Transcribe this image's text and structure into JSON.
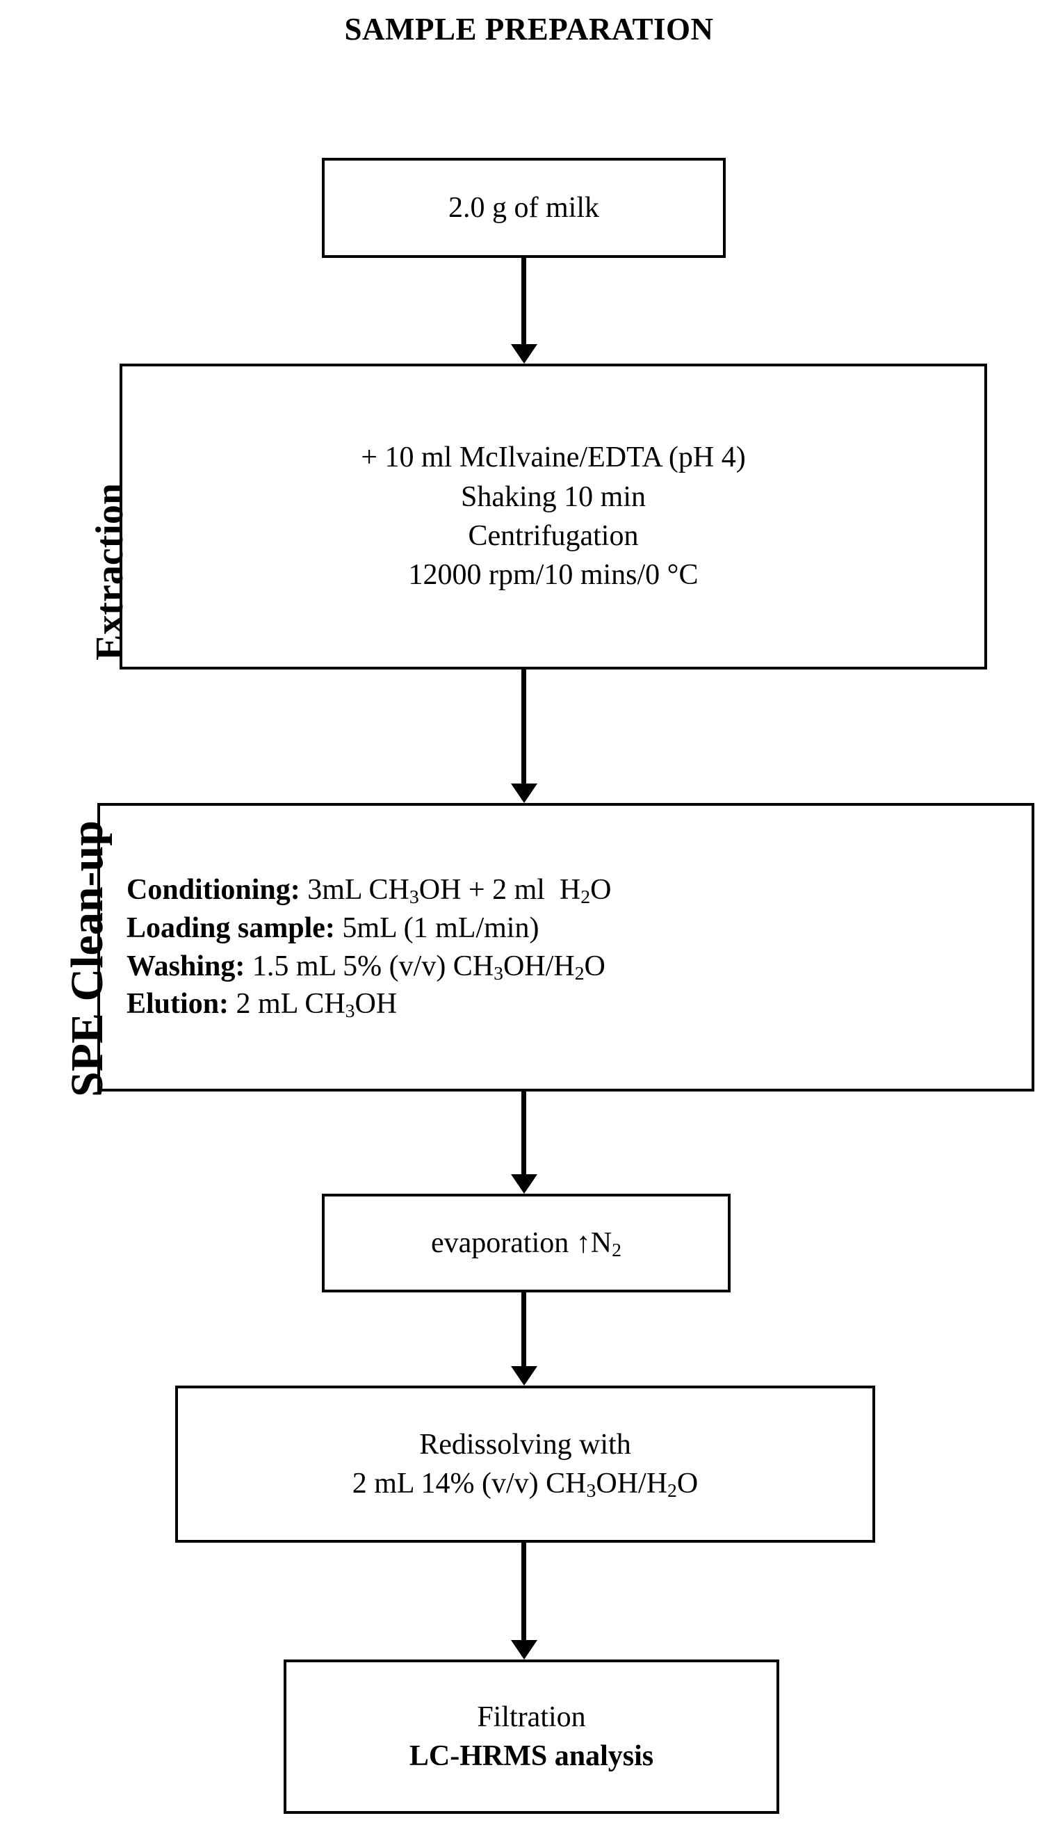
{
  "title": "SAMPLE PREPARATION",
  "side_labels": {
    "extraction": "Extraction",
    "spe": "SPE Clean-up"
  },
  "boxes": {
    "milk": {
      "lines": [
        "2.0 g of milk"
      ]
    },
    "extraction": {
      "lines": [
        "+ 10 ml McIlvaine/EDTA (pH 4)",
        "Shaking 10 min",
        "Centrifugation",
        "12000 rpm/10 mins/0 °C"
      ]
    },
    "spe": {
      "rows": [
        {
          "label": "Conditioning:",
          "value": "3mL CH3OH + 2 ml  H2O"
        },
        {
          "label": "Loading sample:",
          "value": "5mL (1 mL/min)"
        },
        {
          "label": "Washing:",
          "value": "1.5 mL 5% (v/v) CH3OH/H2O"
        },
        {
          "label": "Elution:",
          "value": "2 mL CH3OH"
        }
      ]
    },
    "evaporation": {
      "lines": [
        "evaporation ↑N2"
      ]
    },
    "redissolve": {
      "lines": [
        "Redissolving with",
        "2 mL 14% (v/v) CH3OH/H2O"
      ]
    },
    "filtration": {
      "lines": [
        "Filtration",
        "LC-HRMS analysis"
      ]
    }
  },
  "arrows": [
    "arrow-milk-to-extraction",
    "arrow-extraction-to-spe",
    "arrow-spe-to-evaporation",
    "arrow-evaporation-to-redissolve",
    "arrow-redissolve-to-filtration"
  ],
  "colors": {
    "ink": "#000000",
    "paper": "#ffffff"
  }
}
